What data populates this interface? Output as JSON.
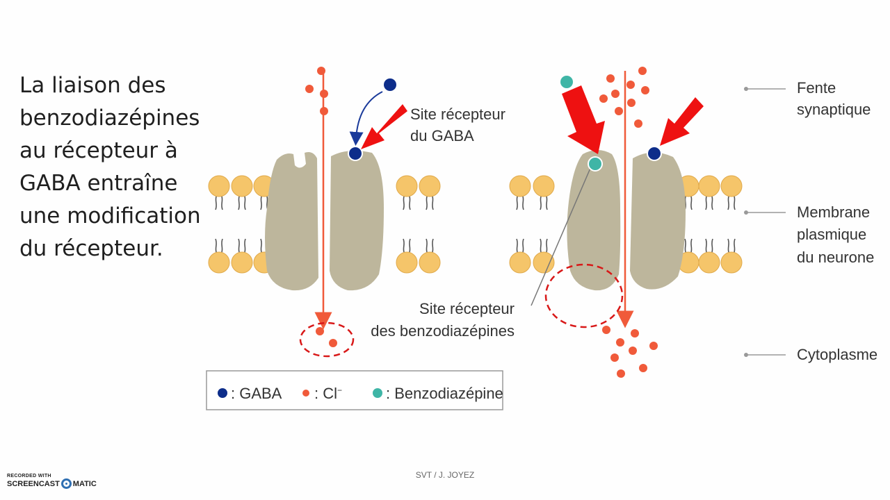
{
  "slide": {
    "main_text_lines": [
      "La liaison des",
      "benzodiazépines",
      "au récepteur à",
      "GABA entraîne",
      "une modification",
      "du récepteur."
    ],
    "footer": "SVT / J. JOYEZ"
  },
  "diagram": {
    "label_gaba_site_1": "Site récepteur",
    "label_gaba_site_2": "du GABA",
    "label_benzo_site_1": "Site récepteur",
    "label_benzo_site_2": "des benzodiazépines",
    "label_fente_1": "Fente",
    "label_fente_2": "synaptique",
    "label_membrane_1": "Membrane",
    "label_membrane_2": "plasmique",
    "label_membrane_3": "du neurone",
    "label_cytoplasme": "Cytoplasme"
  },
  "legend": {
    "gaba": ": GABA",
    "cl": ": Cl",
    "cl_sup": "−",
    "benzo": ": Benzodiazépine"
  },
  "colors": {
    "gaba": "#0d2d8a",
    "chloride": "#f05a3a",
    "benzodiazepine": "#3fb5a6",
    "receptor": "#bdb69c",
    "lipid": "#f5c56a",
    "arrow": "#ee1111"
  },
  "watermark": {
    "line1": "RECORDED WITH",
    "line2a": "SCREENCAST",
    "line2b": "MATIC"
  }
}
